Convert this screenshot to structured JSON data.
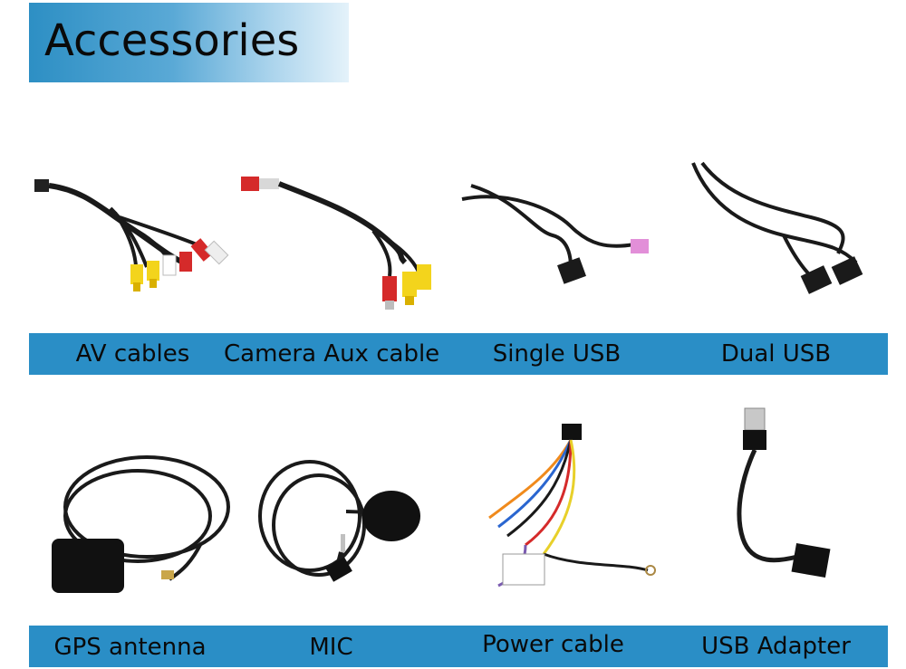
{
  "header": {
    "title": "Accessories"
  },
  "items": [
    {
      "label": "AV cables"
    },
    {
      "label": "Camera Aux cable"
    },
    {
      "label": "Single USB"
    },
    {
      "label": "Dual USB"
    },
    {
      "label": "GPS antenna"
    },
    {
      "label": "MIC"
    },
    {
      "label": "Power cable"
    },
    {
      "label": "USB Adapter"
    }
  ],
  "colors": {
    "band": "#2a8ec6",
    "cable": "#1a1a1a",
    "rca_yellow": "#f3d41c",
    "rca_red": "#d52a2a",
    "rca_white": "#eeeeee",
    "usb_pink": "#e28fd8"
  }
}
